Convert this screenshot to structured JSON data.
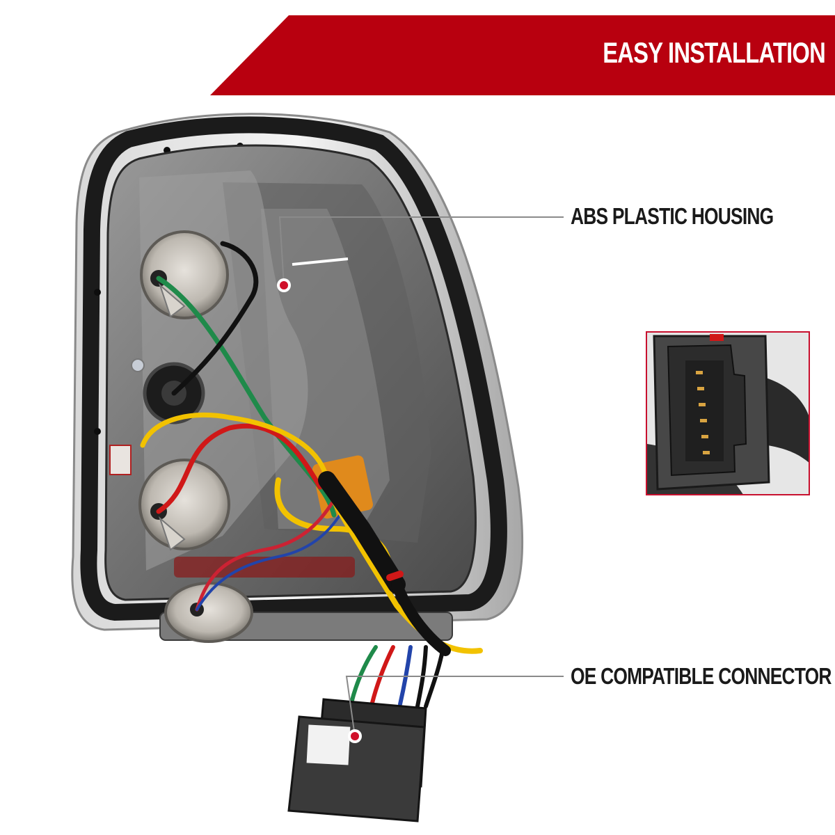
{
  "banner": {
    "title": "EASY INSTALLATION",
    "color": "#b8000f"
  },
  "callouts": [
    {
      "label": "ABS PLASTIC HOUSING"
    },
    {
      "label": "OE COMPATIBLE CONNECTOR"
    }
  ],
  "colors": {
    "accent_red": "#c8102e",
    "label_text": "#1a1a1a",
    "background": "#ffffff"
  }
}
